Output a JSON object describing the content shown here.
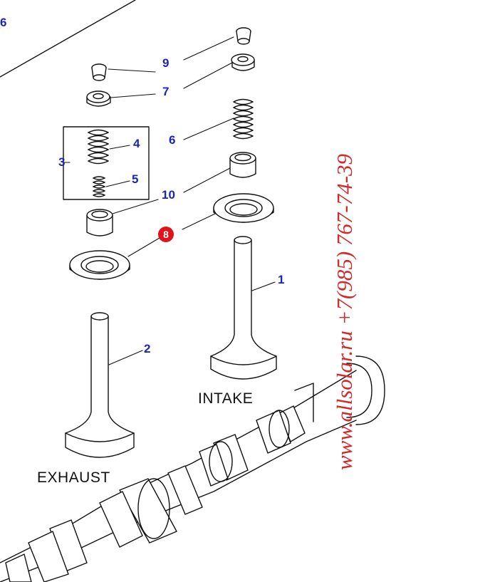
{
  "callouts": {
    "corner": "6",
    "intake_valve": "1",
    "exhaust_valve": "2",
    "spring_set": "3",
    "outer_spring": "4",
    "inner_spring": "5",
    "intake_spring": "6",
    "retainer": "7",
    "spring_seat": "8",
    "cotter": "9",
    "valve_seal": "10"
  },
  "labels": {
    "intake": "INTAKE",
    "exhaust": "EXHAUST"
  },
  "watermark": {
    "text": "www.allsolar.ru +7(985) 767-74-39"
  },
  "colors": {
    "callout": "#1c24b4",
    "highlight_badge": "#e0121a",
    "watermark": "#d12a2a",
    "line_art": "#111111"
  }
}
